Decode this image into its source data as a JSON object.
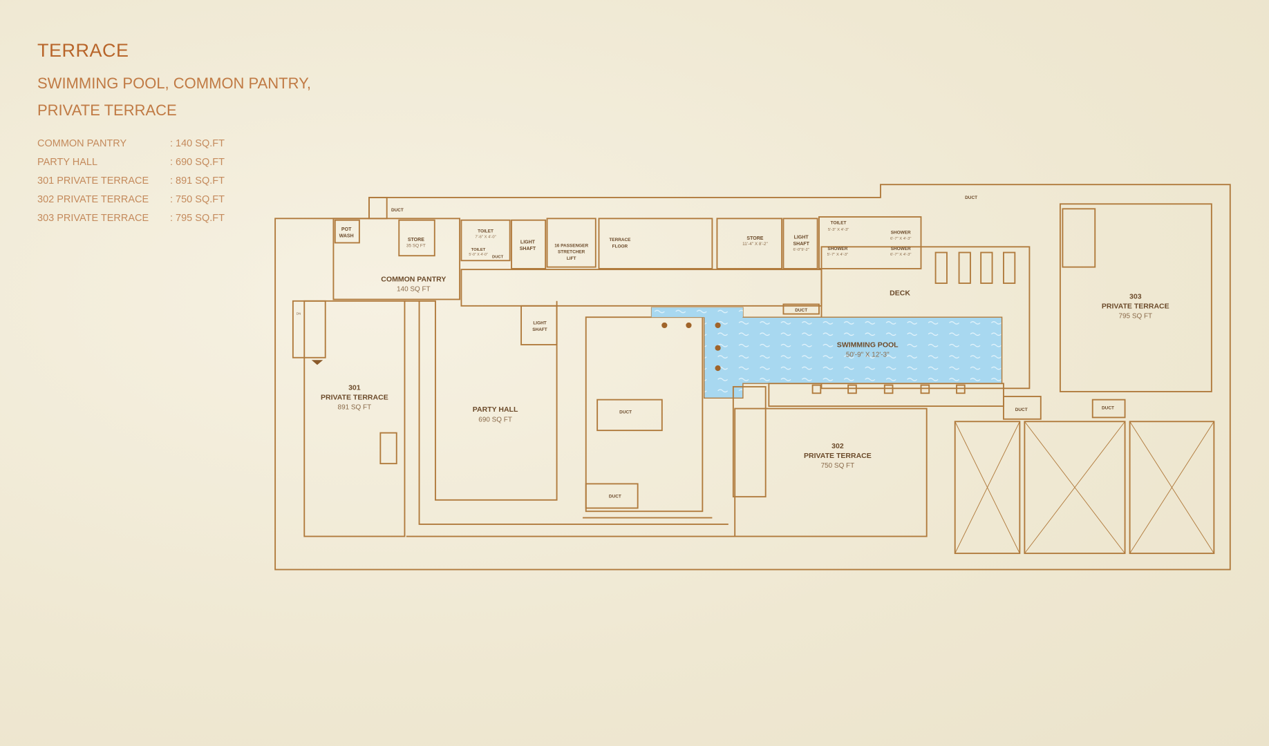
{
  "header": {
    "title": "TERRACE",
    "subtitle_lines": [
      "SWIMMING POOL, COMMON PANTRY,",
      "PRIVATE TERRACE"
    ]
  },
  "areas": [
    {
      "name": "COMMON PANTRY",
      "value": ": 140 SQ.FT"
    },
    {
      "name": "PARTY HALL",
      "value": ": 690 SQ.FT"
    },
    {
      "name": "301 PRIVATE TERRACE",
      "value": ": 891 SQ.FT"
    },
    {
      "name": "302 PRIVATE TERRACE",
      "value": ": 750 SQ.FT"
    },
    {
      "name": "303 PRIVATE TERRACE",
      "value": ": 795 SQ.FT"
    }
  ],
  "plan": {
    "duct": "DUCT",
    "pot_wash": [
      "POT",
      "WASH"
    ],
    "store1": {
      "name": "STORE",
      "size": "35 SQ FT"
    },
    "toilet1": {
      "name": "TOILET",
      "size": "7'-6\" X 4'-0\""
    },
    "toilet2": {
      "name": "TOILET",
      "size": "5'-0\" X 4'-0\""
    },
    "light_shaft": [
      "LIGHT",
      "SHAFT"
    ],
    "lift": [
      "16 PASSENGER",
      "STRETCHER",
      "LIFT"
    ],
    "terrace_floor": [
      "TERRACE",
      "FLOOR"
    ],
    "store2": {
      "name": "STORE",
      "size": "11'-4\" X 8'-2\""
    },
    "light_shaft2_size": "6'-0\"9'-2\"",
    "toilet3": {
      "name": "TOILET",
      "size": "5'-3\" X 4'-3\""
    },
    "shower1": {
      "name": "SHOWER",
      "size": "5'-7\" X 4'-3\""
    },
    "shower2": {
      "name": "SHOWER",
      "size": "6'-7\" X 4'-3\""
    },
    "shower3": {
      "name": "SHOWER",
      "size": "6'-7\" X 4'-3\""
    },
    "common_pantry": {
      "name": "COMMON PANTRY",
      "size": "140 SQ FT"
    },
    "deck": "DECK",
    "pool": {
      "name": "SWIMMING POOL",
      "size": "50'-9\" X 12'-3\""
    },
    "party_hall": {
      "name": "PARTY HALL",
      "size": "690 SQ FT"
    },
    "t301": {
      "num": "301",
      "name": "PRIVATE TERRACE",
      "size": "891 SQ FT"
    },
    "t302": {
      "num": "302",
      "name": "PRIVATE TERRACE",
      "size": "750 SQ FT"
    },
    "t303": {
      "num": "303",
      "name": "PRIVATE TERRACE",
      "size": "795 SQ FT"
    },
    "stair_dn": "DN"
  },
  "colors": {
    "background": "#efe8d2",
    "line": "#b07a3c",
    "title": "#b8652a",
    "pool": "#a8d8f0"
  }
}
